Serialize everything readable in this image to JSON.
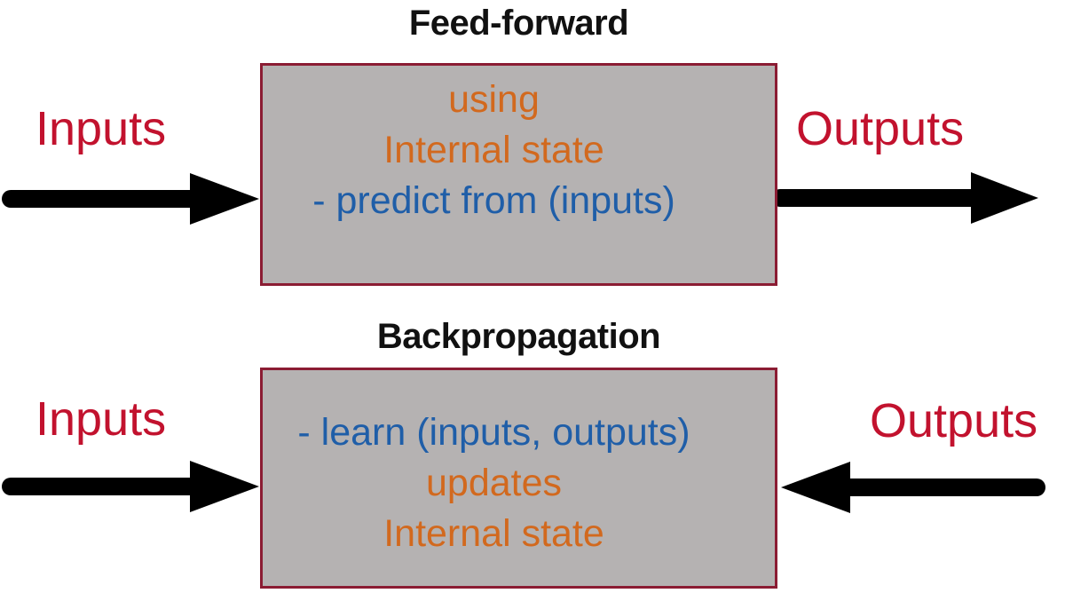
{
  "diagram": {
    "description": "Comparison of feed-forward and backpropagation phases of a neural network",
    "colors": {
      "io_label_red": "#c2122e",
      "state_orange": "#d2691e",
      "action_blue": "#1f5ea8",
      "box_fill_gray": "#b5b2b2",
      "box_border_maroon": "#8b1c33",
      "arrow_black": "#000000",
      "title_black": "#111111"
    },
    "sections": [
      {
        "title": "Feed-forward",
        "left_label": "Inputs",
        "right_label": "Outputs",
        "left_arrow": "points right into box",
        "right_arrow": "points right out of box",
        "box_lines": [
          {
            "text": "using",
            "color": "orange"
          },
          {
            "text": "Internal state",
            "color": "orange"
          },
          {
            "text": "- predict from (inputs)",
            "color": "blue"
          }
        ]
      },
      {
        "title": "Backpropagation",
        "left_label": "Inputs",
        "right_label": "Outputs",
        "left_arrow": "points right into box",
        "right_arrow": "points left into box",
        "box_lines": [
          {
            "text": "- learn (inputs, outputs)",
            "color": "blue"
          },
          {
            "text": "updates",
            "color": "orange"
          },
          {
            "text": "Internal state",
            "color": "orange"
          }
        ]
      }
    ]
  }
}
